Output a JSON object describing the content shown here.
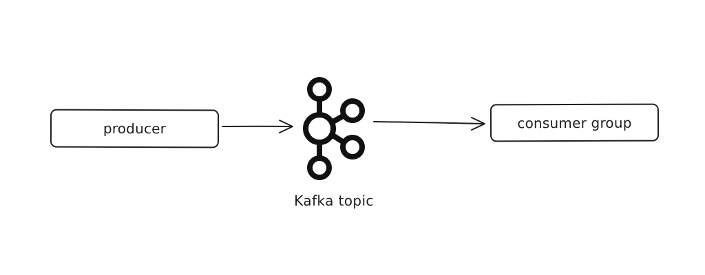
{
  "diagram": {
    "nodes": {
      "producer": {
        "label": "producer"
      },
      "topic": {
        "label": "Kafka topic",
        "icon": "kafka-icon"
      },
      "consumer": {
        "label": "consumer group"
      }
    },
    "edges": [
      {
        "from": "producer",
        "to": "topic"
      },
      {
        "from": "topic",
        "to": "consumer"
      }
    ],
    "colors": {
      "stroke": "#1e1e1e",
      "background": "#ffffff"
    }
  }
}
